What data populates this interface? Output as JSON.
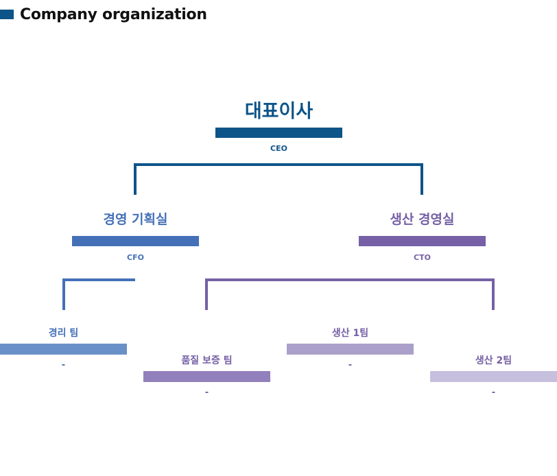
{
  "header": {
    "title": "Company organization"
  },
  "colors": {
    "ceo": "#0d5489",
    "cfo": "#4470b8",
    "cto": "#7660a6",
    "accounting": "#6a90c8",
    "quality": "#9280bc",
    "prod1": "#aba0ca",
    "prod2": "#c6bfdd"
  },
  "org": {
    "ceo": {
      "name": "대표이사",
      "role": "CEO"
    },
    "cfo": {
      "name": "경영 기획실",
      "role": "CFO"
    },
    "cto": {
      "name": "생산 경영실",
      "role": "CTO"
    },
    "teams": {
      "accounting": {
        "name": "경리 팀",
        "role": "-"
      },
      "quality": {
        "name": "품질 보증 팀",
        "role": "-"
      },
      "prod1": {
        "name": "생산 1팀",
        "role": "-"
      },
      "prod2": {
        "name": "생산 2팀",
        "role": "-"
      }
    }
  }
}
